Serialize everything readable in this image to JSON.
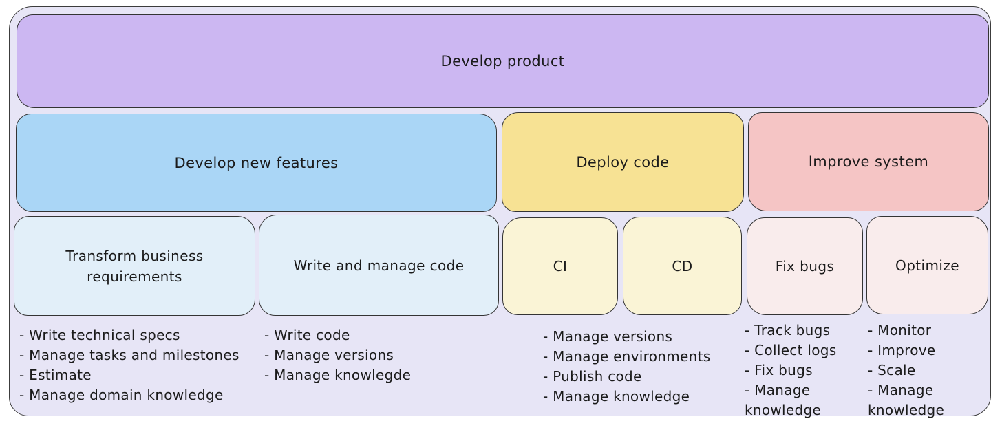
{
  "colors": {
    "container_fill": "#e7e5f6",
    "stroke": "#343434",
    "text": "#1b1b1b",
    "purple": "#ccb7f2",
    "blue": "#aad6f6",
    "yellow": "#f7e294",
    "pink": "#f5c5c5",
    "light_blue": "#e2eff9",
    "light_yellow": "#faf4d6",
    "light_pink": "#f9ecec"
  },
  "root": {
    "label": "Develop product"
  },
  "sections": [
    {
      "label": "Develop new features",
      "children": [
        {
          "label": "Transform business requirements",
          "tasks": [
            "- Write technical specs",
            "- Manage tasks and milestones",
            "- Estimate",
            "- Manage domain knowledge"
          ]
        },
        {
          "label": "Write and manage code",
          "tasks": [
            "- Write code",
            "- Manage versions",
            "- Manage knowlegde"
          ]
        }
      ]
    },
    {
      "label": "Deploy code",
      "children": [
        {
          "label": "CI"
        },
        {
          "label": "CD"
        }
      ],
      "shared_tasks": [
        "- Manage versions",
        "- Manage environments",
        "- Publish code",
        "- Manage knowledge"
      ]
    },
    {
      "label": "Improve system",
      "children": [
        {
          "label": "Fix bugs",
          "tasks": [
            "- Track bugs",
            "- Collect logs",
            "- Fix bugs",
            "- Manage knowledge"
          ]
        },
        {
          "label": "Optimize",
          "tasks": [
            "- Monitor",
            "- Improve",
            "- Scale",
            "- Manage knowledge"
          ]
        }
      ]
    }
  ]
}
